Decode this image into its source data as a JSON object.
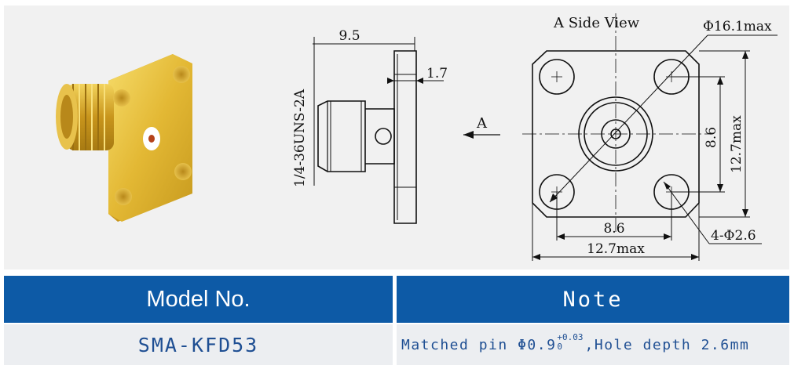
{
  "drawing": {
    "view_label": "A Side View",
    "arrow_label": "A",
    "dims": {
      "length": "9.5",
      "flange_thickness": "1.7",
      "thread": "1/4-36UNS-2A",
      "diameter_max": "Φ16.1max",
      "hole_spacing_v": "8.6",
      "flange_size_v": "12.7max",
      "hole_spacing_h": "8.6",
      "flange_size_h": "12.7max",
      "holes": "4-Φ2.6"
    }
  },
  "table": {
    "headers": [
      "Model No.",
      "Note"
    ],
    "model": "SMA-KFD53",
    "note": {
      "prefix": "Matched pin",
      "pin_symbol": "Φ0.9",
      "tol_upper": "+0.03",
      "tol_lower": "0",
      "suffix": ",Hole depth 2.6mm"
    }
  },
  "colors": {
    "header_bg": "#0d5aa6",
    "header_text": "#ffffff",
    "body_bg": "#eceef1",
    "body_text": "#1f4f93",
    "gold": "#e0b630"
  }
}
